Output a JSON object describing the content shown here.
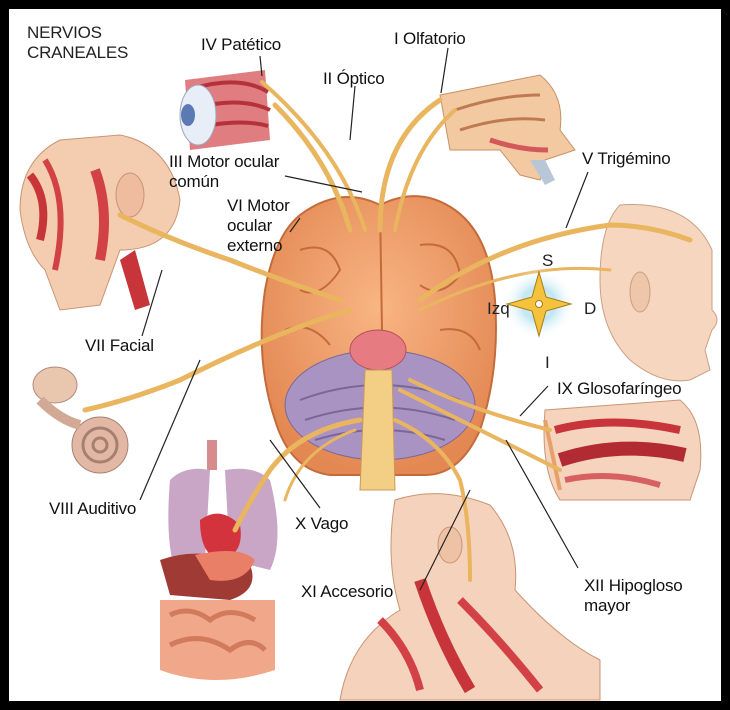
{
  "title": {
    "line1": "NERVIOS",
    "line2": "CRANEALES"
  },
  "labels": {
    "iv": "IV Patético",
    "i": "I Olfatorio",
    "ii": "II Óptico",
    "iii_line1": "III Motor ocular",
    "iii_line2": "común",
    "vi_line1": "VI Motor",
    "vi_line2": "ocular",
    "vi_line3": "externo",
    "v": "V Trigémino",
    "vii": "VII Facial",
    "viii": "VIII Auditivo",
    "ix": "IX Glosofaríngeo",
    "x": "X Vago",
    "xi": "XI Accesorio",
    "xii_line1": "XII Hipogloso",
    "xii_line2": "mayor"
  },
  "compass": {
    "north": "S",
    "south": "I",
    "west": "Izq",
    "east": "D"
  },
  "colors": {
    "nerve": "#e9b55f",
    "brain": "#f1a26d",
    "brain_dark": "#d47a45",
    "skin": "#f6d2b8",
    "muscle": "#c7343a",
    "cerebellum": "#a88cc0",
    "leader": "#222222"
  }
}
